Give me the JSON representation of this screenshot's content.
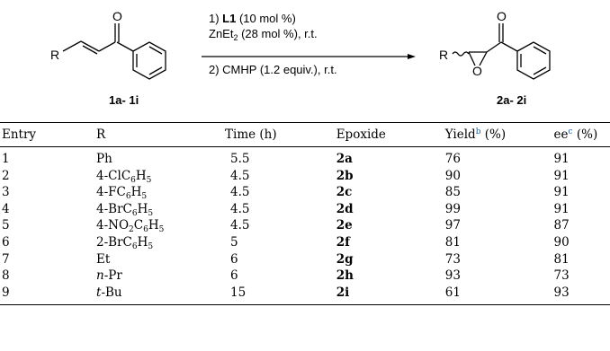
{
  "scheme": {
    "reactant_label": "1a- 1i",
    "product_label": "2a- 2i",
    "r_group": "R",
    "oxygen": "O",
    "step1_prefix": "1) ",
    "step1_ligand": "L1",
    "step1_suffix": " (10 mol %)",
    "step1b_reagent": "ZnEt",
    "step1b_sub": "2",
    "step1b_suffix": " (28 mol %), r.t.",
    "step2": "2) CMHP (1.2 equiv.), r.t."
  },
  "table": {
    "headers": {
      "entry": "Entry",
      "r": "R",
      "time": "Time (h)",
      "epoxide": "Epoxide",
      "yield_main": "Yield",
      "yield_foot": "b",
      "yield_unit": " (%)",
      "ee_main": "ee",
      "ee_foot": "c",
      "ee_unit": " (%)"
    },
    "rows": [
      {
        "entry": "1",
        "r": {
          "a": "Ph",
          "s1": "",
          "b": "",
          "s2": "",
          "c": ""
        },
        "time": "5.5",
        "epoxide": "2a",
        "yield": "76",
        "ee": "91"
      },
      {
        "entry": "2",
        "r": {
          "a": "4-ClC",
          "s1": "6",
          "b": "H",
          "s2": "5",
          "c": ""
        },
        "time": "4.5",
        "epoxide": "2b",
        "yield": "90",
        "ee": "91"
      },
      {
        "entry": "3",
        "r": {
          "a": "4-FC",
          "s1": "6",
          "b": "H",
          "s2": "5",
          "c": ""
        },
        "time": "4.5",
        "epoxide": "2c",
        "yield": "85",
        "ee": "91"
      },
      {
        "entry": "4",
        "r": {
          "a": "4-BrC",
          "s1": "6",
          "b": "H",
          "s2": "5",
          "c": ""
        },
        "time": "4.5",
        "epoxide": "2d",
        "yield": "99",
        "ee": "91"
      },
      {
        "entry": "5",
        "r": {
          "a": "4-NO",
          "s1": "2",
          "b": "C",
          "s2": "6",
          "c": "H",
          "s3": "5"
        },
        "time": "4.5",
        "epoxide": "2e",
        "yield": "97",
        "ee": "87"
      },
      {
        "entry": "6",
        "r": {
          "a": "2-BrC",
          "s1": "6",
          "b": "H",
          "s2": "5",
          "c": ""
        },
        "time": "5",
        "epoxide": "2f",
        "yield": "81",
        "ee": "90"
      },
      {
        "entry": "7",
        "r": {
          "a": "Et",
          "s1": "",
          "b": "",
          "s2": "",
          "c": ""
        },
        "time": "6",
        "epoxide": "2g",
        "yield": "73",
        "ee": "81"
      },
      {
        "entry": "8",
        "r": {
          "pre": "n",
          "a": "-Pr",
          "s1": "",
          "b": "",
          "s2": "",
          "c": ""
        },
        "time": "6",
        "epoxide": "2h",
        "yield": "93",
        "ee": "73"
      },
      {
        "entry": "9",
        "r": {
          "pre": "t",
          "a": "-Bu",
          "s1": "",
          "b": "",
          "s2": "",
          "c": ""
        },
        "time": "15",
        "epoxide": "2i",
        "yield": "61",
        "ee": "93"
      }
    ]
  }
}
